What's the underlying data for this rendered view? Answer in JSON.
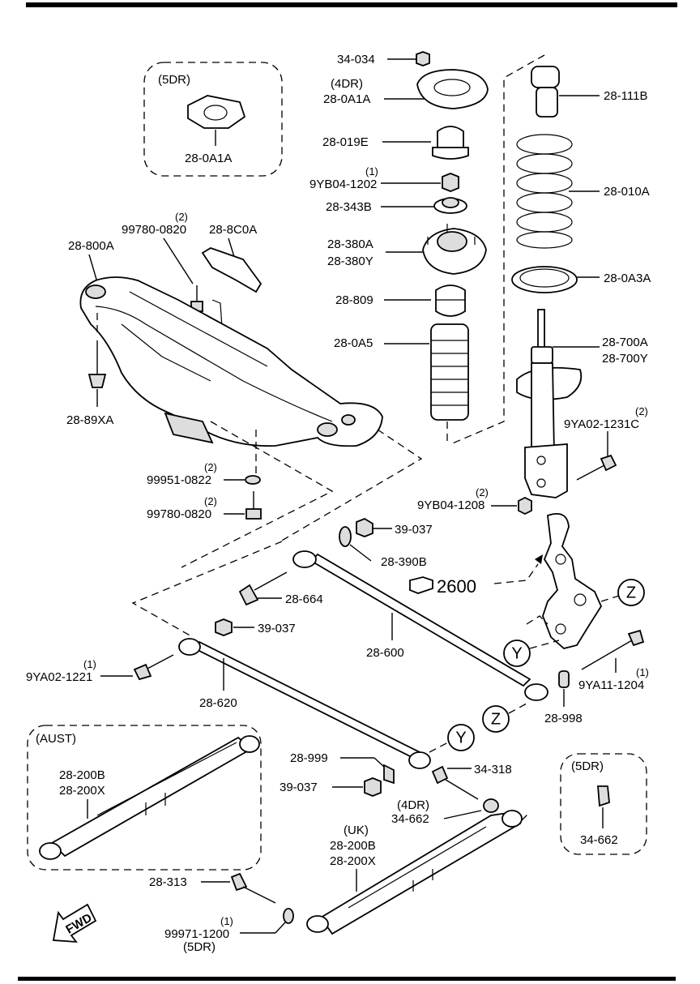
{
  "labels": {
    "l_34_034": "34-034",
    "l_4dr_top": "(4DR)",
    "l_28_0a1a_top": "28-0A1A",
    "l_28_111b": "28-111B",
    "l_5dr_box1": "(5DR)",
    "l_28_0a1a_box": "28-0A1A",
    "l_28_019e": "28-019E",
    "l_qty_9yb04_1202": "(1)",
    "l_9yb04_1202": "9YB04-1202",
    "l_28_010a": "28-010A",
    "l_28_343b": "28-343B",
    "l_qty_99780_top": "(2)",
    "l_99780_0820_top": "99780-0820",
    "l_28_8c0a": "28-8C0A",
    "l_28_800a": "28-800A",
    "l_28_380a": "28-380A",
    "l_28_380y": "28-380Y",
    "l_28_0a3a": "28-0A3A",
    "l_28_809": "28-809",
    "l_28_0a5": "28-0A5",
    "l_28_700a": "28-700A",
    "l_28_700y": "28-700Y",
    "l_28_89xa": "28-89XA",
    "l_qty_9ya02_1231c": "(2)",
    "l_9ya02_1231c": "9YA02-1231C",
    "l_qty_99951": "(2)",
    "l_99951_0822": "99951-0822",
    "l_qty_99780_bot": "(2)",
    "l_99780_0820_bot": "99780-0820",
    "l_qty_9yb04_1208": "(2)",
    "l_9yb04_1208": "9YB04-1208",
    "l_39_037_a": "39-037",
    "l_28_390b": "28-390B",
    "l_2600": "2600",
    "l_28_664": "28-664",
    "l_39_037_b": "39-037",
    "l_28_600": "28-600",
    "l_qty_9ya02_1221": "(1)",
    "l_9ya02_1221": "9YA02-1221",
    "l_qty_9ya11_1204": "(1)",
    "l_9ya11_1204": "9YA11-1204",
    "l_28_620": "28-620",
    "l_28_998": "28-998",
    "l_aust": "(AUST)",
    "l_28_200b_a": "28-200B",
    "l_28_200x_a": "28-200X",
    "l_28_999": "28-999",
    "l_34_318": "34-318",
    "l_5dr_box2": "(5DR)",
    "l_39_037_c": "39-037",
    "l_4dr_bot": "(4DR)",
    "l_34_662_a": "34-662",
    "l_uk": "(UK)",
    "l_28_200b_b": "28-200B",
    "l_28_200x_b": "28-200X",
    "l_34_662_b": "34-662",
    "l_28_313": "28-313",
    "l_qty_99971": "(1)",
    "l_99971_1200": "99971-1200",
    "l_5dr_bot": "(5DR)",
    "l_fwd": "FWD"
  },
  "markers": {
    "z": "Z",
    "y": "Y"
  }
}
